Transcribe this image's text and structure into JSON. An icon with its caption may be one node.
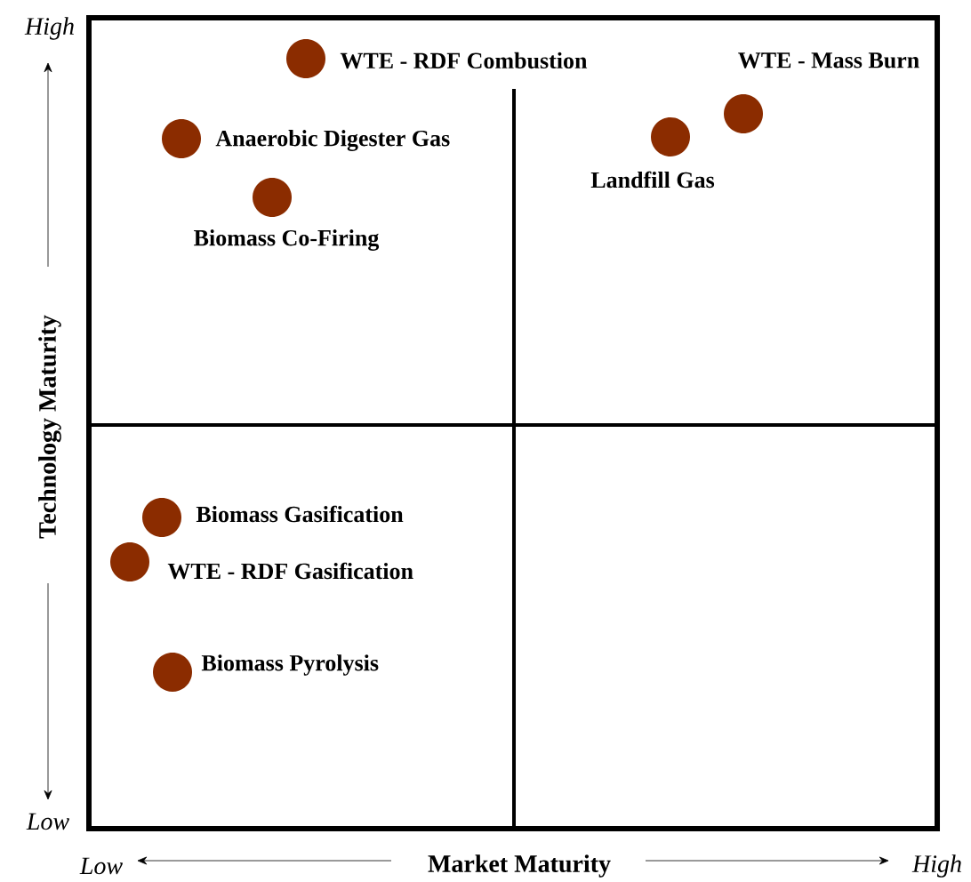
{
  "diagram": {
    "nodes": [
      {
        "text": [],
        "shape": "circle",
        "beside": [
          "WTE - RDF Combustion"
        ]
      },
      {
        "text": [],
        "shape": "circle",
        "beside": [
          "Anaerobic Digester Gas"
        ]
      },
      {
        "text": [],
        "shape": "circle",
        "beside": [
          "Biomass Co-Firing"
        ]
      },
      {
        "text": [],
        "shape": "circle",
        "beside": [
          "WTE - Mass Burn"
        ]
      },
      {
        "text": [],
        "shape": "circle",
        "beside": [
          "Landfill Gas"
        ]
      },
      {
        "text": [],
        "shape": "circle",
        "beside": [
          "Biomass Gasification"
        ]
      },
      {
        "text": [],
        "shape": "circle",
        "beside": [
          "WTE - RDF Gasification"
        ]
      },
      {
        "text": [],
        "shape": "circle",
        "beside": [
          "Biomass Pyrolysis"
        ]
      }
    ],
    "labels": [
      "High",
      "Technology Maturity",
      "Low",
      "Low",
      "Market Maturity",
      "High"
    ]
  }
}
